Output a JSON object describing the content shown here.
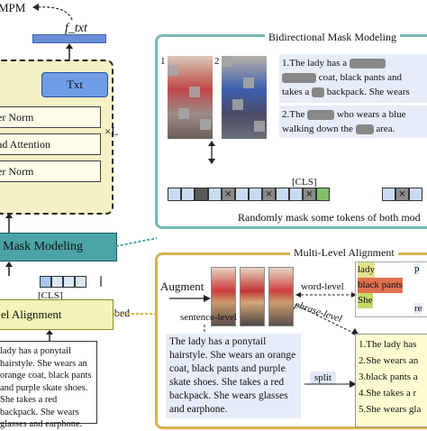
{
  "encoder": {
    "mpm_label": "MPM",
    "output_label": "f_txt",
    "txt_button": "Txt",
    "layer_norm_top": "er Norm",
    "attention": "ad Attention",
    "layer_norm_bottom": "er Norm",
    "repeat": "×L"
  },
  "modules": {
    "mask_modeling": "Mask Modeling",
    "alignment": "el Alignment",
    "text_embed": "Text Embed",
    "cls_token": "[CLS]"
  },
  "caption": {
    "text": "lady has a ponytail hairstyle. She wears an orange coat, black pants and purple skate shoes. She takes a red backpack. She wears glasses and earphone."
  },
  "bmm": {
    "title": "Bidirectional Mask Modeling",
    "image1_label": "1",
    "image2_label": "2",
    "text1_line1a": "1.The lady has a",
    "text1_line2b": "coat, black pants and",
    "text1_line3a": "takes a",
    "text1_line3b": "backpack. She wears",
    "text2_line1a": "2.The",
    "text2_line1b": "who wears a blue",
    "text2_line2a": "walking down the",
    "text2_line2b": "area.",
    "cls_token": "[CLS]",
    "footer": "Randomly mask some tokens of both mod"
  },
  "mla": {
    "title": "Multi-Level Alignment",
    "augment": "Augment",
    "word_level": "word-level",
    "phrase_level": "phrase-level",
    "sentence_level": "sentence-level",
    "split": "split",
    "words": [
      "lady",
      "black pants",
      "She",
      "p",
      "re"
    ],
    "sentence": "The lady has a ponytail hairstyle. She wears an orange coat, black pants and purple skate shoes. She takes a red backpack. She wears glasses and earphone.",
    "phrases": [
      "1.The lady has",
      "2.She wears an",
      "3.black pants a",
      "4.She takes a r",
      "5.She wears gla"
    ]
  },
  "colors": {
    "teal": "#4ba3a5",
    "gold": "#d5b44e",
    "blue": "#6f9ee6",
    "mask_green": "#7fc06a"
  }
}
